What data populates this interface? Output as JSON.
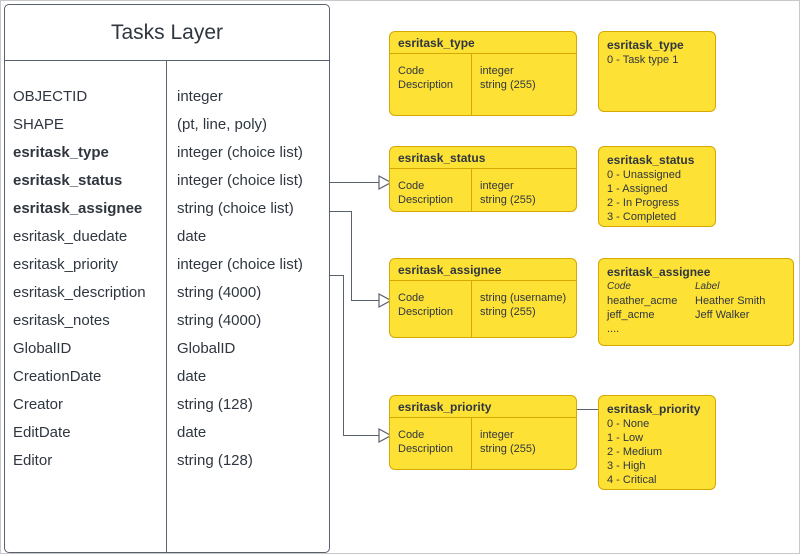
{
  "diagram": {
    "type": "entity-relationship",
    "title": "Tasks Layer schema with coded value domains"
  },
  "tasks_layer": {
    "title": "Tasks Layer",
    "fields": [
      {
        "name": "OBJECTID",
        "type": "integer",
        "bold": false
      },
      {
        "name": "SHAPE",
        "type": "(pt, line, poly)",
        "bold": false
      },
      {
        "name": "esritask_type",
        "type": "integer (choice list)",
        "bold": true
      },
      {
        "name": "esritask_status",
        "type": "integer (choice list)",
        "bold": true
      },
      {
        "name": "esritask_assignee",
        "type": "string (choice list)",
        "bold": true
      },
      {
        "name": "esritask_duedate",
        "type": "date",
        "bold": false
      },
      {
        "name": "esritask_priority",
        "type": "integer (choice list)",
        "bold": false
      },
      {
        "name": "esritask_description",
        "type": "string (4000)",
        "bold": false
      },
      {
        "name": "esritask_notes",
        "type": "string (4000)",
        "bold": false
      },
      {
        "name": "GlobalID",
        "type": "GlobalID",
        "bold": false
      },
      {
        "name": "CreationDate",
        "type": "date",
        "bold": false
      },
      {
        "name": "Creator",
        "type": "string (128)",
        "bold": false
      },
      {
        "name": "EditDate",
        "type": "date",
        "bold": false
      },
      {
        "name": "Editor",
        "type": "string (128)",
        "bold": false
      }
    ]
  },
  "domains": [
    {
      "id": "type",
      "header": "esritask_type",
      "rows": [
        {
          "label": "Code",
          "type": "integer"
        },
        {
          "label": "Description",
          "type": "string (255)"
        }
      ]
    },
    {
      "id": "status",
      "header": "esritask_status",
      "rows": [
        {
          "label": "Code",
          "type": "integer"
        },
        {
          "label": "Description",
          "type": "string (255)"
        }
      ]
    },
    {
      "id": "assignee",
      "header": "esritask_assignee",
      "rows": [
        {
          "label": "Code",
          "type": "string  (username)"
        },
        {
          "label": "Description",
          "type": "string (255)"
        }
      ]
    },
    {
      "id": "priority",
      "header": "esritask_priority",
      "rows": [
        {
          "label": "Code",
          "type": "integer"
        },
        {
          "label": "Description",
          "type": "string (255)"
        }
      ]
    }
  ],
  "values": {
    "type": {
      "title": "esritask_type",
      "items": [
        "0 - Task type 1"
      ]
    },
    "status": {
      "title": "esritask_status",
      "items": [
        "0 - Unassigned",
        "1 - Assigned",
        "2 - In Progress",
        "3 - Completed"
      ]
    },
    "assignee": {
      "title": "esritask_assignee",
      "header_code": "Code",
      "header_label": "Label",
      "pairs": [
        {
          "code": "heather_acme",
          "label": "Heather Smith"
        },
        {
          "code": "jeff_acme",
          "label": "Jeff Walker"
        }
      ],
      "ellipsis": "...."
    },
    "priority": {
      "title": "esritask_priority",
      "items": [
        "0 - None",
        "1 - Low",
        "2 - Medium",
        "3 - High",
        "4 - Critical"
      ]
    }
  },
  "colors": {
    "domain_fill": "#fde135",
    "domain_border": "#d6a800",
    "line": "#59606e",
    "text": "#2f3640",
    "page_border": "#c8c8c8",
    "background": "#ffffff"
  }
}
